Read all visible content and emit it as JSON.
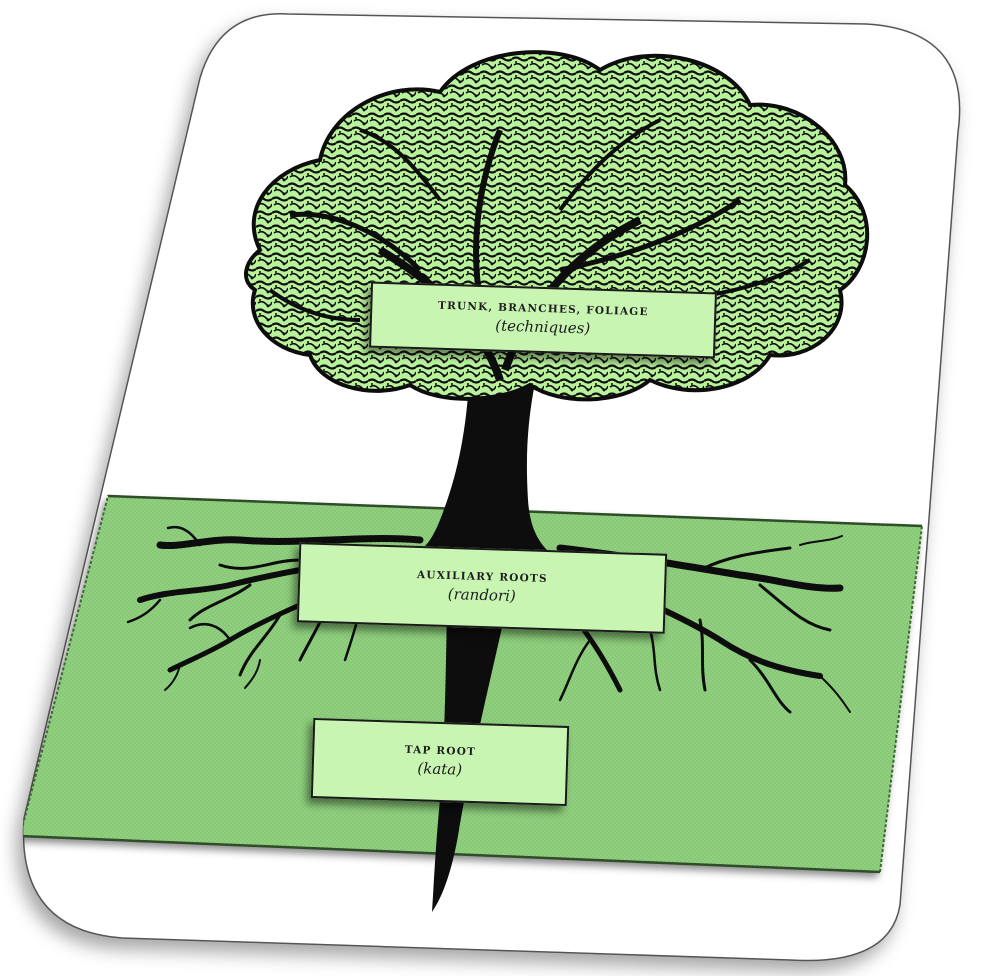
{
  "colors": {
    "foliage": "#b8f29a",
    "ground": "#8fcf7d",
    "label_fill": "#c9f5b3",
    "dark": "#0d0d0d",
    "frame_stroke": "#555555"
  },
  "labels": {
    "foliage": {
      "title": "TRUNK, BRANCHES, FOLIAGE",
      "sub": "(techniques)"
    },
    "auxiliary": {
      "title": "AUXILIARY ROOTS",
      "sub": "(randori)"
    },
    "taproot": {
      "title": "TAP ROOT",
      "sub": "(kata)"
    }
  }
}
